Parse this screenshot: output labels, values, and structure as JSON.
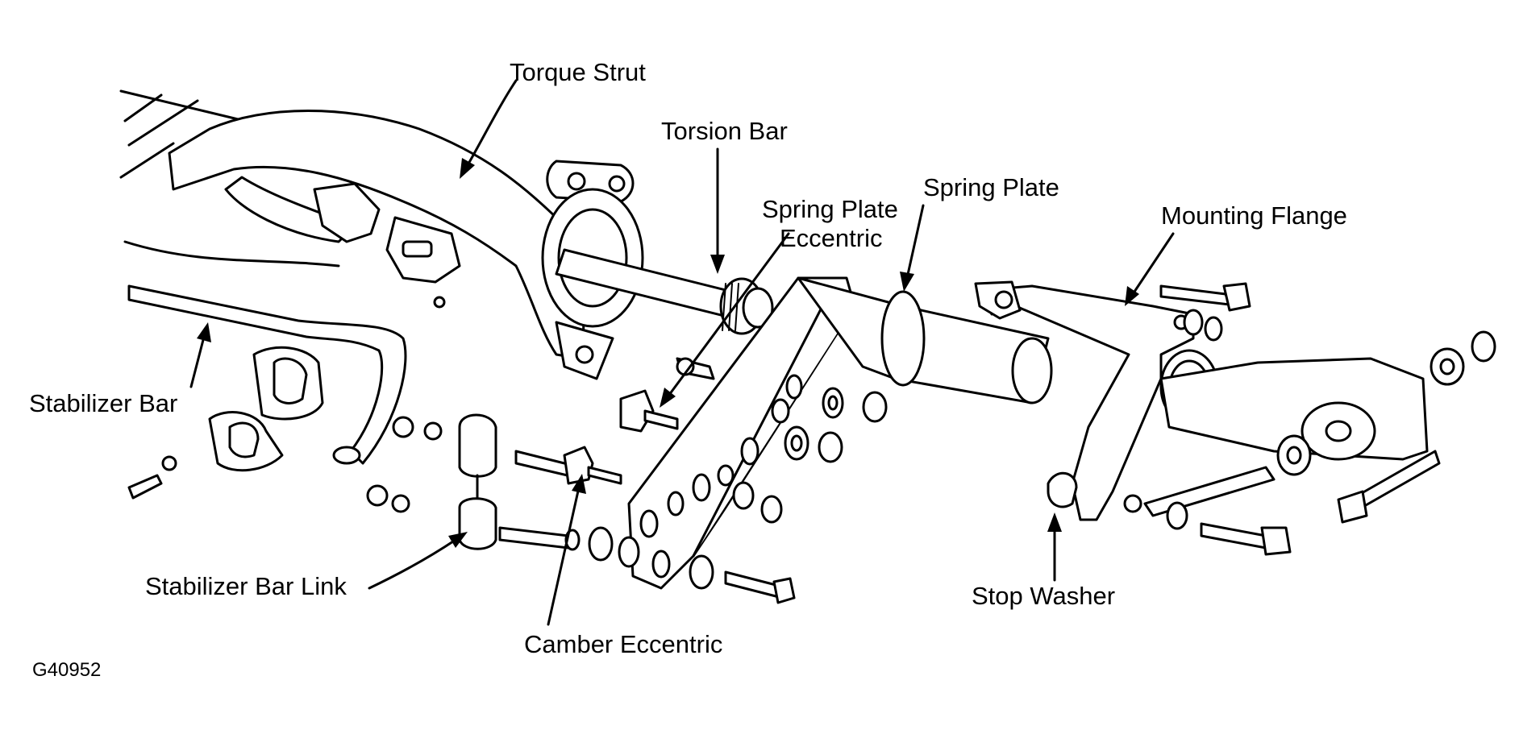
{
  "figure_id": "G40952",
  "callouts": {
    "torque_strut": "Torque Strut",
    "torsion_bar": "Torsion Bar",
    "spring_plate_eccentric_line1": "Spring Plate",
    "spring_plate_eccentric_line2": "Eccentric",
    "spring_plate": "Spring Plate",
    "mounting_flange": "Mounting Flange",
    "stabilizer_bar": "Stabilizer Bar",
    "stabilizer_bar_link": "Stabilizer Bar Link",
    "camber_eccentric": "Camber Eccentric",
    "stop_washer": "Stop Washer"
  },
  "colors": {
    "line_art": "#000000",
    "background": "#ffffff"
  }
}
